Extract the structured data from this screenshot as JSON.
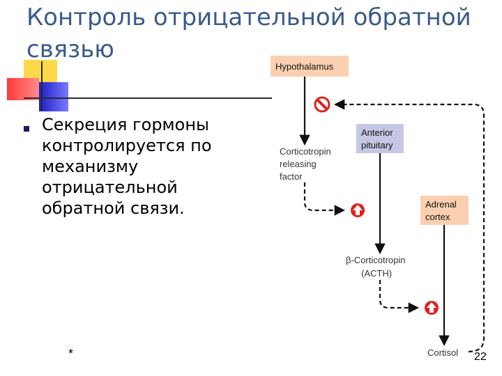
{
  "slide": {
    "title": "Контроль отрицательной обратной связью",
    "bullet": "Секреция гормоны контролируется по механизму отрицательной обратной связи.",
    "footer_left": "*",
    "page_number": "22"
  },
  "diagram": {
    "hypothalamus": "Hypothalamus",
    "anterior_pituitary_line1": "Anterior",
    "anterior_pituitary_line2": "pituitary",
    "adrenal_cortex_line1": "Adrenal",
    "adrenal_cortex_line2": "cortex",
    "crf_line1": "Corticotropin",
    "crf_line2": "releasing",
    "crf_line3": "factor",
    "acth_line1": "β-Corticotropin",
    "acth_line2": "(ACTH)",
    "cortisol": "Cortisol",
    "colors": {
      "hypothalamus_box": "#fbd0b0",
      "pituitary_box": "#c4c8e4",
      "adrenal_box": "#fbd0b0",
      "stimulate_icon": "#e0201e",
      "inhibit_icon": "#e0201e",
      "title": "#3a5a8c"
    },
    "icons": [
      "inhibit-icon",
      "stimulate-icon",
      "stimulate-icon"
    ]
  }
}
